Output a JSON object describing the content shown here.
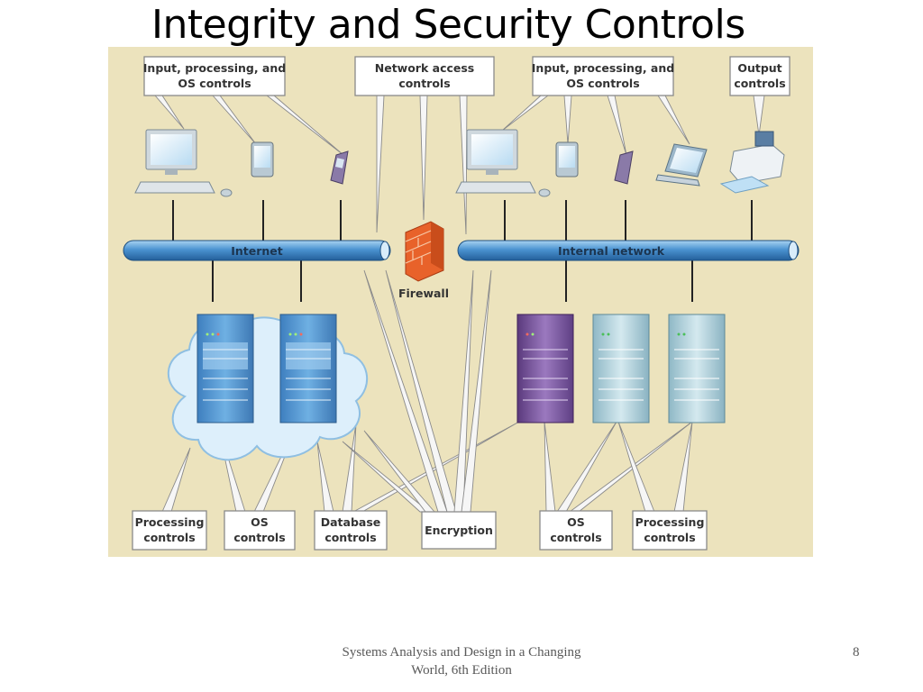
{
  "slide": {
    "title": "Integrity and Security Controls",
    "footer_line1": "Systems Analysis and Design in a Changing",
    "footer_line2": "World, 6th Edition",
    "page_number": "8"
  },
  "diagram": {
    "callouts": {
      "input_os_left": [
        "Input, processing, and",
        "OS controls"
      ],
      "network_access": [
        "Network access",
        "controls"
      ],
      "input_os_right": [
        "Input, processing, and",
        "OS controls"
      ],
      "output": [
        "Output",
        "controls"
      ],
      "processing_left": [
        "Processing",
        "controls"
      ],
      "os_left": [
        "OS",
        "controls"
      ],
      "database": [
        "Database",
        "controls"
      ],
      "encryption": [
        "Encryption"
      ],
      "os_right": [
        "OS",
        "controls"
      ],
      "processing_right": [
        "Processing",
        "controls"
      ]
    },
    "buses": {
      "internet": "Internet",
      "internal": "Internal network"
    },
    "firewall_label": "Firewall"
  }
}
